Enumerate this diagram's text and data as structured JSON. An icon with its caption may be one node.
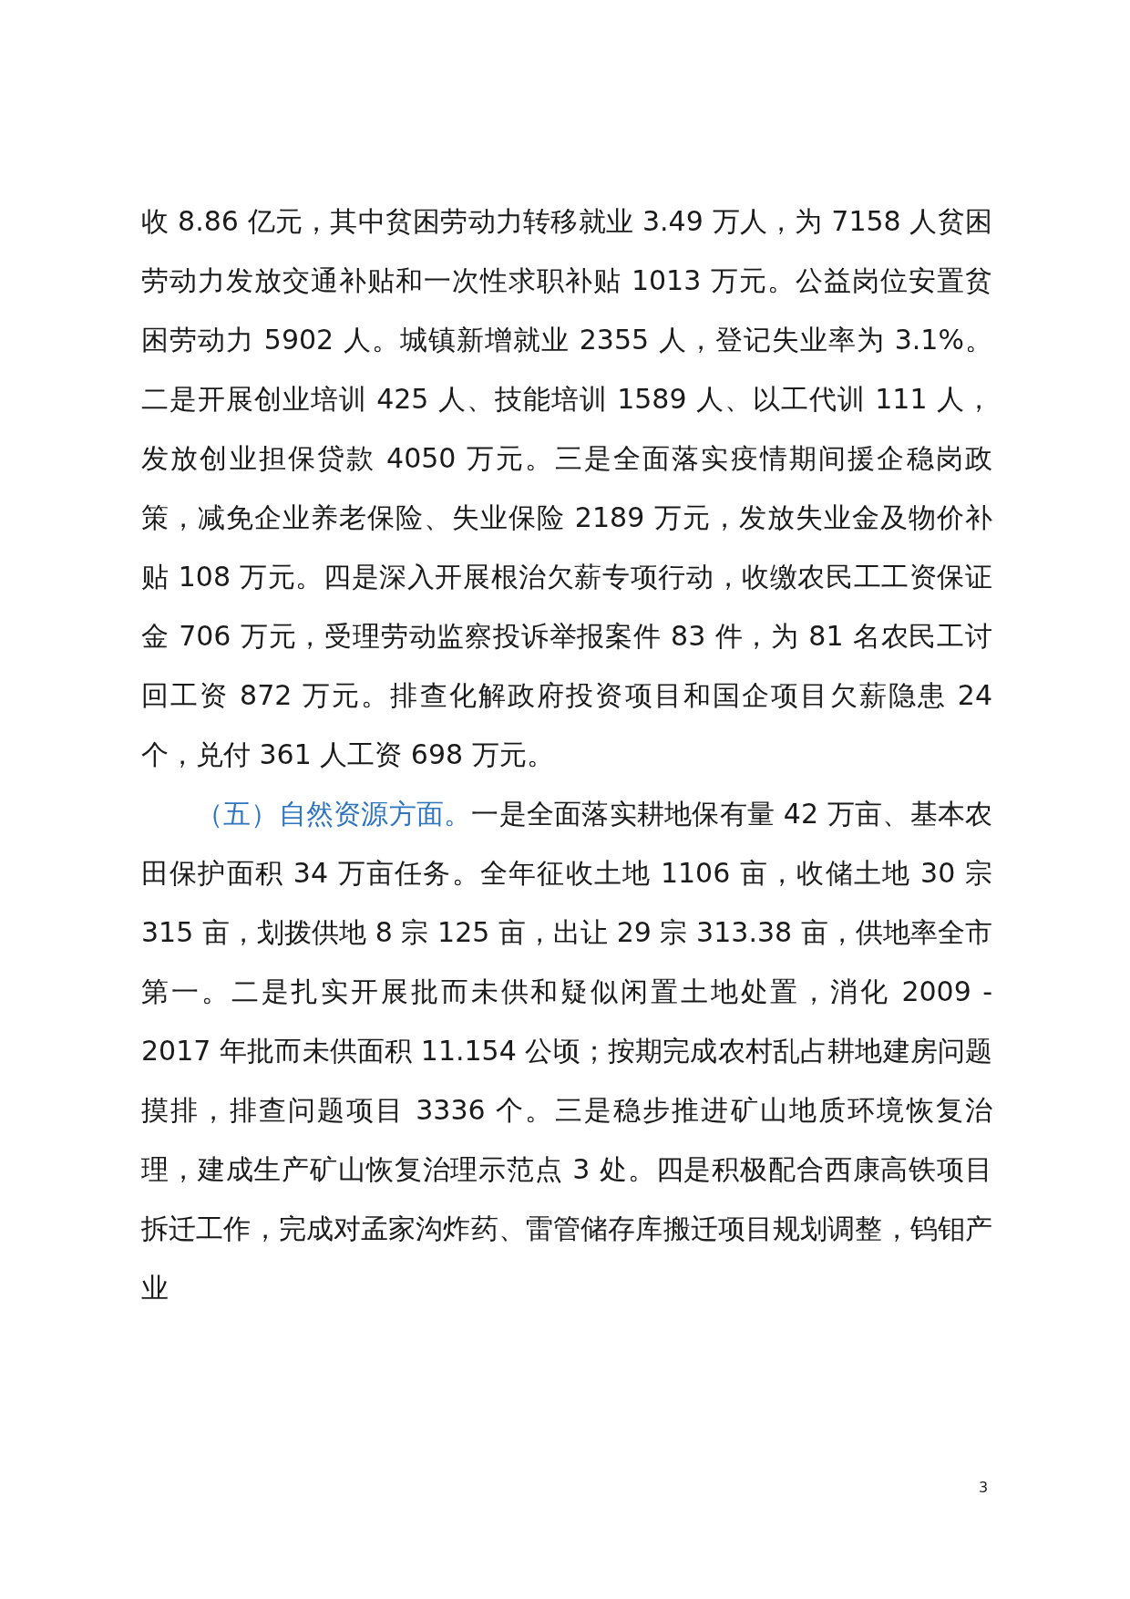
{
  "diagram": {
    "labels": [
      "收 8.86 亿元，其中贫困劳动力转移就业 3.49 万人，为 7158 人贫困劳动力发放交通补贴和一次性求职补贴 1013 万元。公益岗位安置贫困劳动力 5902 人。城镇新增就业 2355 人，登记失业率为 3.1%。二是开展创业培训 425 人、技能培训 1589 人、以工代训 111 人，发放创业担保贷款 4050 万元。三是全面落实疫情期间援企稳岗政策，减免企业养老保险、失业保险 2189 万元，发放失业金及物价补贴 108 万元。四是深入开展根治欠薪专项行动，收缴农民工工资保证金 706 万元，受理劳动监察投诉举报案件 83 件，为 81 名农民工讨回工资 872 万元。排查化解政府投资项目和国企项目欠薪隐患 24 个，兑付 361 人工资 698 万元。",
      "（五）自然资源方面。",
      "一是全面落实耕地保有量 42 万亩、基本农田保护面积 34 万亩任务。全年征收土地 1106 亩，收储土地 30 宗 315 亩，划拨供地 8 宗 125 亩，出让 29 宗 313.38 亩，供地率全市第一。二是扎实开展批而未供和疑似闲置土地处置，消化 2009 - 2017 年批而未供面积 11.154 公顷；按期完成农村乱占耕地建房问题摸排，排查问题项目 3336 个。三是稳步推进矿山地质环境恢复治理，建成生产矿山恢复治理示范点 3 处。四是积极配合西康高铁项目拆迁工作，完成对孟家沟炸药、雷管储存库搬迁项目规划调整，钨钼产业",
      "3"
    ]
  }
}
